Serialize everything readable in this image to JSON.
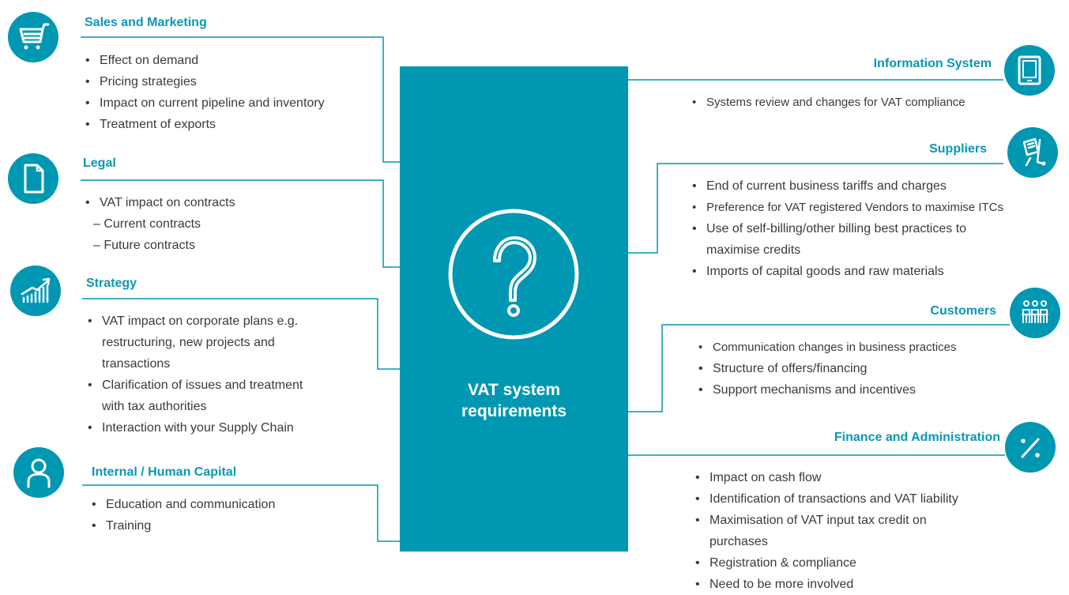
{
  "center": {
    "title_line1": "VAT system",
    "title_line2": "requirements",
    "icon": "question-mark-icon"
  },
  "left": [
    {
      "heading": "Sales and Marketing",
      "icon": "shopping-cart-icon",
      "items": [
        "Effect on demand",
        "Pricing strategies",
        "Impact on current pipeline and inventory",
        "Treatment of exports"
      ]
    },
    {
      "heading": "Legal",
      "icon": "document-icon",
      "items": [
        "VAT impact on contracts"
      ],
      "subitems": [
        "– Current contracts",
        "– Future contracts"
      ]
    },
    {
      "heading": "Strategy",
      "icon": "growth-chart-icon",
      "items": [
        [
          "VAT impact on corporate plans e.g.",
          "restructuring, new projects and",
          "transactions"
        ],
        [
          "Clarification of issues and treatment",
          "with tax authorities"
        ],
        [
          "Interaction with your Supply Chain"
        ]
      ]
    },
    {
      "heading": "Internal / Human Capital",
      "icon": "person-icon",
      "items": [
        "Education and communication",
        "Training"
      ]
    }
  ],
  "right": [
    {
      "heading": "Information System",
      "icon": "tablet-icon",
      "items": [
        "Systems review and changes for VAT compliance"
      ]
    },
    {
      "heading": "Suppliers",
      "icon": "supplier-list-icon",
      "items": [
        [
          "End of current business tariffs and charges"
        ],
        [
          "Preference for VAT registered Vendors to maximise ITCs"
        ],
        [
          "Use of self-billing/other billing best practices to",
          "maximise credits"
        ],
        [
          "Imports of capital goods and raw materials"
        ]
      ]
    },
    {
      "heading": "Customers",
      "icon": "people-group-icon",
      "items": [
        "Communication changes in business practices",
        "Structure of offers/financing",
        "Support mechanisms and incentives"
      ]
    },
    {
      "heading": "Finance and Administration",
      "icon": "percent-icon",
      "items": [
        [
          "Impact on cash flow"
        ],
        [
          "Identification of transactions and VAT liability"
        ],
        [
          "Maximisation of VAT input tax credit on",
          "purchases"
        ],
        [
          "Registration & compliance"
        ],
        [
          "Need to be more involved"
        ]
      ]
    }
  ],
  "colors": {
    "accent": "#0097b2",
    "text": "#3a3a3a",
    "background": "#ffffff"
  }
}
